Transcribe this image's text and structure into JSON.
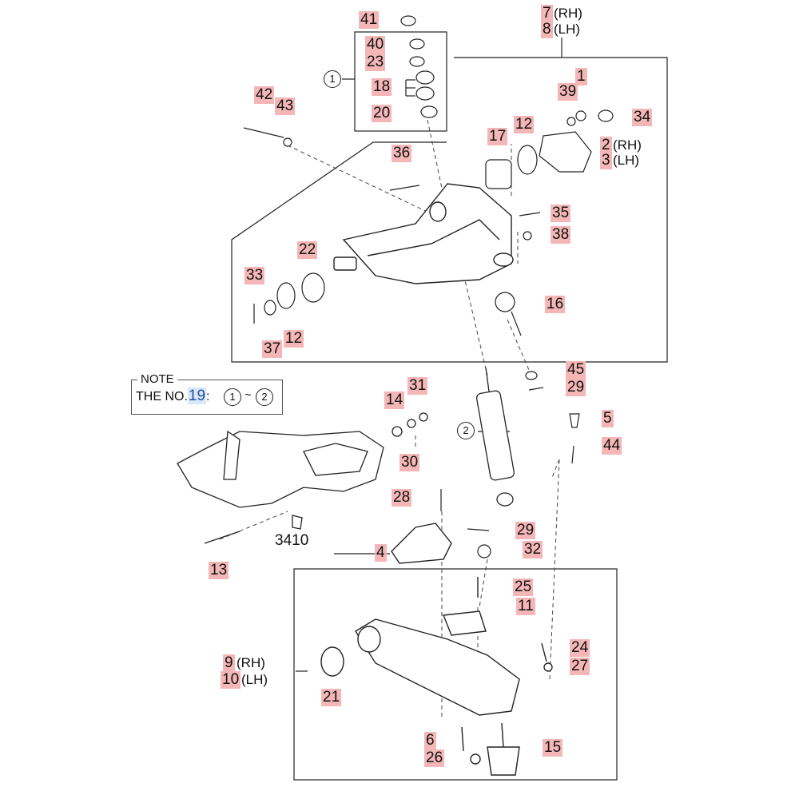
{
  "callouts": {
    "c41": "41",
    "c40": "40",
    "c23": "23",
    "c18": "18",
    "c20": "20",
    "c7": "7",
    "c8": "8",
    "c1": "1",
    "c39": "39",
    "c34": "34",
    "c17": "17",
    "c12a": "12",
    "c2": "2",
    "c3": "3",
    "c42": "42",
    "c43": "43",
    "c36": "36",
    "c35": "35",
    "c38": "38",
    "c22": "22",
    "c33": "33",
    "c37": "37",
    "c12b": "12",
    "c16": "16",
    "c45": "45",
    "c29a": "29",
    "c14": "14",
    "c31": "31",
    "c30": "30",
    "c5": "5",
    "c44": "44",
    "c28": "28",
    "c29b": "29",
    "c32": "32",
    "c4": "4",
    "c13": "13",
    "c25": "25",
    "c11": "11",
    "c24": "24",
    "c27": "27",
    "c9": "9",
    "c10": "10",
    "c21": "21",
    "c6": "6",
    "c26": "26",
    "c15": "15"
  },
  "suffixes": {
    "rh": "(RH)",
    "lh": "(LH)"
  },
  "circled": {
    "one": "1",
    "two": "2"
  },
  "note": {
    "title": "NOTE",
    "prefix": "THE NO.",
    "number": "19",
    "colon": ":",
    "tilde": "~"
  },
  "ref_label": "3410"
}
